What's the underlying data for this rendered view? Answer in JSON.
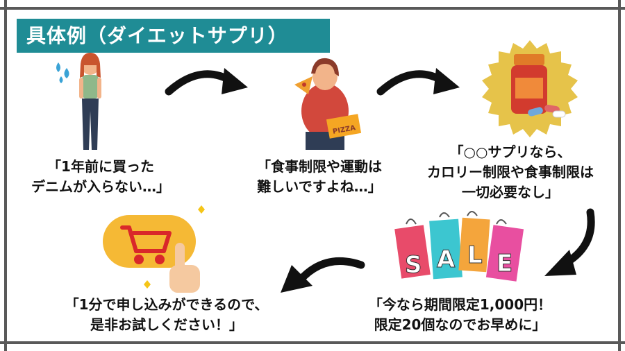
{
  "title": "具体例（ダイエットサプリ）",
  "steps": [
    {
      "lines": [
        "「1年前に買った",
        "デニムが入らない…」"
      ]
    },
    {
      "lines": [
        "「食事制限や運動は",
        "難しいですよね…」"
      ]
    },
    {
      "lines": [
        "「○○サプリなら、",
        "カロリー制限や食事制限は",
        "一切必要なし」"
      ]
    },
    {
      "lines": [
        "「今なら期間限定1,000円！",
        "限定20個なのでお早めに」"
      ]
    },
    {
      "lines": [
        "「1分で申し込みができるので、",
        "是非お試しください！」"
      ]
    }
  ],
  "illustrations": {
    "pizza_box_label": "PIZZA",
    "sale_label": [
      "S",
      "A",
      "L",
      "E"
    ]
  },
  "colors": {
    "title_bg": "#1f8c95",
    "frame": "#595959",
    "arrow": "#111111",
    "seal": "#e6c34a",
    "cart_bg": "#f5b935"
  }
}
